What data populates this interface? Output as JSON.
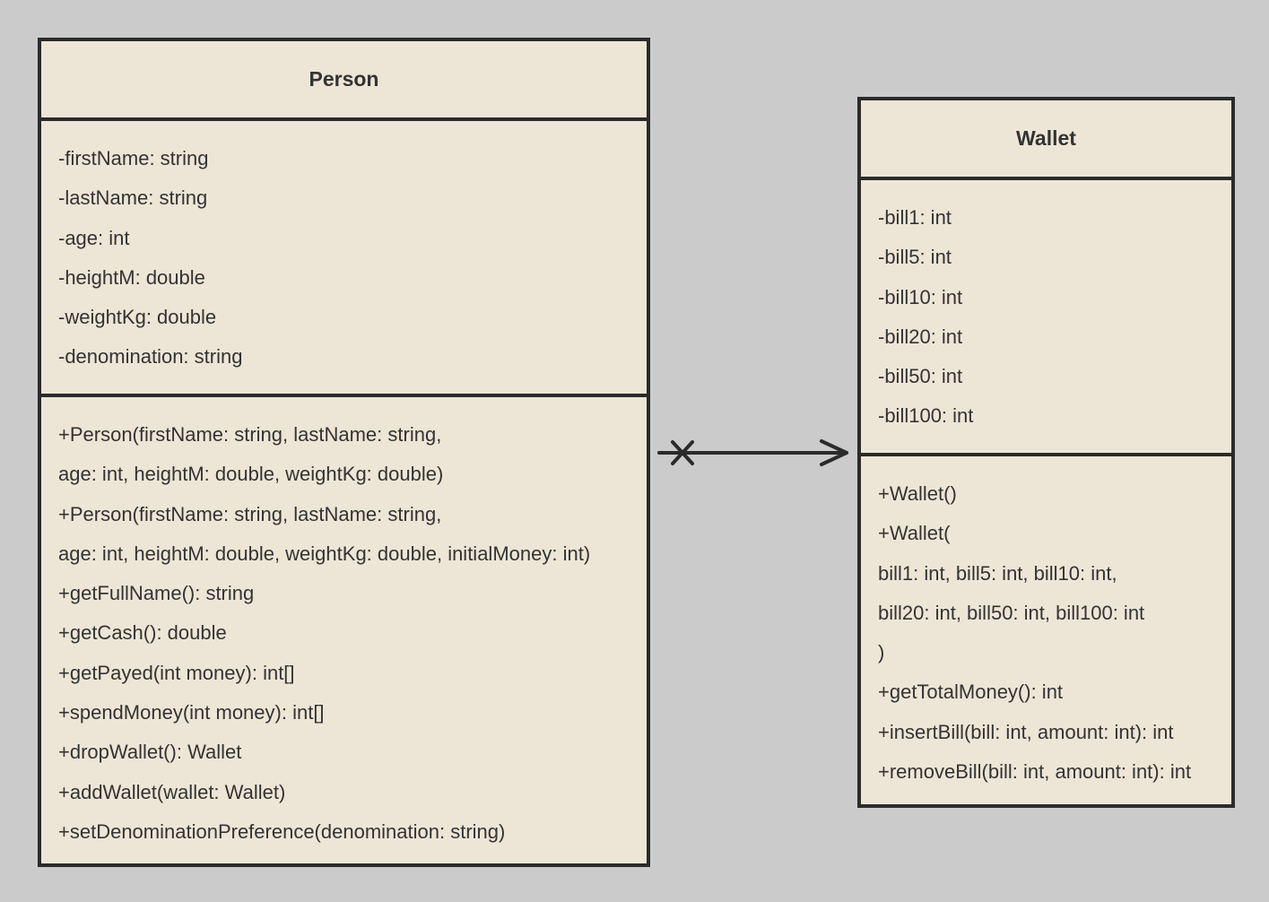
{
  "person": {
    "name": "Person",
    "attributes": [
      "-firstName: string",
      "-lastName: string",
      "-age: int",
      "-heightM: double",
      "-weightKg: double",
      "-denomination: string"
    ],
    "operations": [
      "+Person(firstName: string, lastName: string,",
      "age: int, heightM: double, weightKg: double)",
      "+Person(firstName: string, lastName: string,",
      "age: int, heightM: double, weightKg: double, initialMoney: int)",
      "+getFullName(): string",
      "+getCash(): double",
      "+getPayed(int money): int[]",
      "+spendMoney(int money): int[]",
      "+dropWallet(): Wallet",
      "+addWallet(wallet: Wallet)",
      "+setDenominationPreference(denomination: string)"
    ]
  },
  "wallet": {
    "name": "Wallet",
    "attributes": [
      "-bill1: int",
      "-bill5: int",
      "-bill10: int",
      "-bill20: int",
      "-bill50: int",
      "-bill100: int"
    ],
    "operations": [
      "+Wallet()",
      "+Wallet(",
      "bill1: int, bill5: int, bill10: int,",
      "bill20: int, bill50: int, bill100: int",
      ")",
      "+getTotalMoney(): int",
      "+insertBill(bill: int, amount: int): int",
      "+removeBill(bill: int, amount: int): int"
    ]
  },
  "association": {
    "from": "Person",
    "to": "Wallet",
    "source_end": "non-navigable",
    "target_end": "navigable"
  },
  "colors": {
    "background": "#cbcbcb",
    "class_fill": "#ede6d6",
    "stroke": "#2b2b2b",
    "text": "#333333"
  }
}
